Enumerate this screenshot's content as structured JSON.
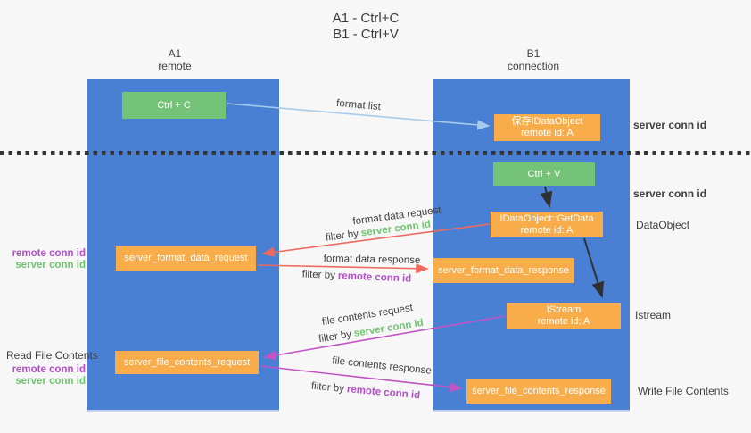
{
  "title": {
    "line1": "A1 - Ctrl+C",
    "line2": "B1 - Ctrl+V"
  },
  "colors": {
    "lane_blue": "#4A80D4",
    "box_green": "#75C378",
    "box_orange": "#F9AD4A",
    "arrow_light_blue": "#A6CBEC",
    "arrow_red": "#EE6A5F",
    "arrow_magenta": "#C255C4",
    "arrow_black": "#303030",
    "text_green": "#6FC46F",
    "text_purple": "#B44FC8",
    "text_dark": "#3F3F3F"
  },
  "lanes": {
    "a1": {
      "line1": "A1",
      "line2": "remote"
    },
    "b1": {
      "line1": "B1",
      "line2": "connection"
    }
  },
  "boxes": {
    "ctrl_c": "Ctrl + C",
    "ctrl_v": "Ctrl + V",
    "save_idataobject": {
      "line1": "保存IDataObject",
      "line2": "remote id: A"
    },
    "getdata": {
      "line1": "IDataObject::GetData",
      "line2": "remote id: A"
    },
    "istream": {
      "line1": "IStream",
      "line2": "remote id: A"
    },
    "format_request": "server_format_data_request",
    "format_response": "server_format_data_response",
    "file_request": "server_file_contents_request",
    "file_response": "server_file_contents_response"
  },
  "arrow_labels": {
    "format_list": "format list",
    "format_data_request": "format data request",
    "format_data_response": "format data response",
    "file_contents_request": "file contents request",
    "file_contents_response": "file contents response",
    "filter_by": "filter by",
    "server_conn_id": "server conn id",
    "remote_conn_id": "remote conn id"
  },
  "side_labels": {
    "right": {
      "server_conn_id_1": "server conn id",
      "server_conn_id_2": "server conn id",
      "dataobject": "DataObject",
      "istream": "Istream",
      "write_file_contents": "Write File Contents"
    },
    "left": {
      "remote_conn_id_top": "remote conn id",
      "server_conn_id_top": "server conn id",
      "read_file_contents": "Read File Contents",
      "remote_conn_id_bottom": "remote conn id",
      "server_conn_id_bottom": "server conn id"
    }
  }
}
